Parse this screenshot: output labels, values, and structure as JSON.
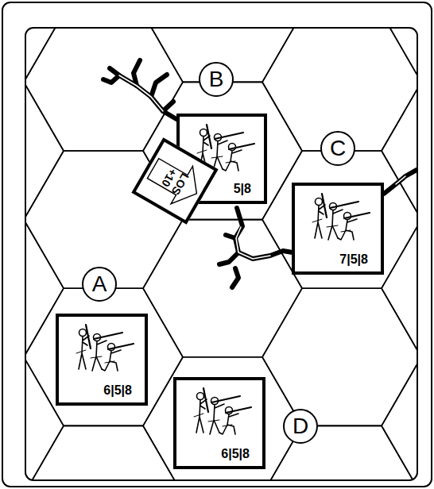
{
  "diagram": {
    "nodes": [
      {
        "text": [
          "B"
        ]
      },
      {
        "text": [
          "5|8"
        ]
      },
      {
        "text": [
          "LOS",
          "+10"
        ]
      },
      {
        "text": [
          "C"
        ]
      },
      {
        "text": [
          "7|5|8"
        ]
      },
      {
        "text": [
          "A"
        ]
      },
      {
        "text": [
          "6|5|8"
        ]
      },
      {
        "text": [
          "6|5|8"
        ]
      },
      {
        "text": [
          "D"
        ]
      }
    ]
  }
}
